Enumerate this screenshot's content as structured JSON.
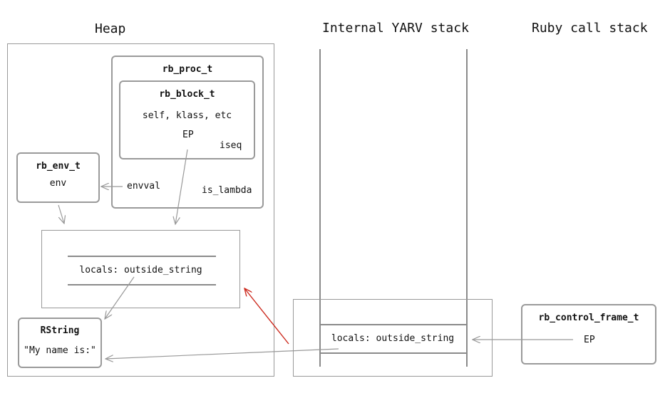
{
  "titles": {
    "heap": "Heap",
    "yarv": "Internal YARV stack",
    "ruby": "Ruby call stack"
  },
  "proc": {
    "title": "rb_proc_t",
    "envval": "envval",
    "is_lambda": "is_lambda"
  },
  "block": {
    "title": "rb_block_t",
    "fields": "self, klass, etc",
    "ep": "EP",
    "iseq": "iseq"
  },
  "env": {
    "title": "rb_env_t",
    "field": "env"
  },
  "heap_locals": {
    "label": "locals: outside_string"
  },
  "rstring": {
    "title": "RString",
    "value": "\"My name is:\""
  },
  "stack_locals": {
    "label": "locals: outside_string"
  },
  "control_frame": {
    "title": "rb_control_frame_t",
    "ep": "EP"
  },
  "colors": {
    "arrow_gray": "#999999",
    "arrow_red": "#cc2a1e",
    "border": "#9a9a9a"
  }
}
